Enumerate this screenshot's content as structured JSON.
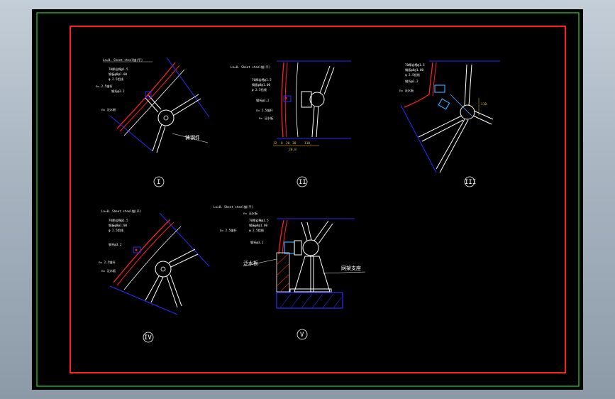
{
  "colors": {
    "frame_outer": "#2bd62b",
    "frame_inner": "#ff2020",
    "linework": "#ffffff",
    "accent_blue": "#2a2aff",
    "accent_cyan": "#2aaaff",
    "dimension": "#e8c040"
  },
  "details": [
    {
      "id": "d1",
      "number": "I",
      "top_note": "Ln=0. Sheet steel锚(平)",
      "labels": [
        "70厚岩棉@1.5",
        "钢板φ8@1.00",
        "φ 2.5铝线",
        "钢托@3.2",
        "n= 2.5锚杆",
        "n= 泛水板"
      ],
      "callout": "铸钢件"
    },
    {
      "id": "d2",
      "number": "II",
      "top_note": "Ln=0. Sheet steel锚(平)",
      "labels": [
        "70厚岩棉@1.5",
        "钢板φ8@1.00",
        "φ 2.5铝线",
        "钢托@3.2",
        "n= 2.5锚杆",
        "n= 泛水板"
      ],
      "dimensions": [
        "12",
        "8",
        "20",
        "30",
        "110",
        "20.8"
      ]
    },
    {
      "id": "d3",
      "number": "III",
      "top_note": "",
      "labels": [
        "70厚岩棉@1.5",
        "钢板φ8@1.00",
        "φ 2.5铝线",
        "钢托@3.2",
        "n= 泛水板"
      ],
      "dimensions": [
        "110"
      ]
    },
    {
      "id": "d4",
      "number": "IV",
      "top_note": "Ln=0. Sheet steel锚(平)",
      "labels": [
        "70厚岩棉@1.5",
        "钢板φ8@1.00",
        "φ 2.5铝线",
        "钢托@3.2",
        "n= 2.5锚杆",
        "n= 泛水板"
      ]
    },
    {
      "id": "d5",
      "number": "V",
      "top_note": "Ln=0. Sheet steel锚(平)",
      "labels": [
        "n= 泛水板",
        "70厚岩棉@1.5",
        "钢板φ8@1.00",
        "φ 2.5铝线",
        "钢托@3.2",
        "n= 2.5锚杆"
      ],
      "callouts": [
        "泛水板",
        "网架支座"
      ]
    }
  ]
}
